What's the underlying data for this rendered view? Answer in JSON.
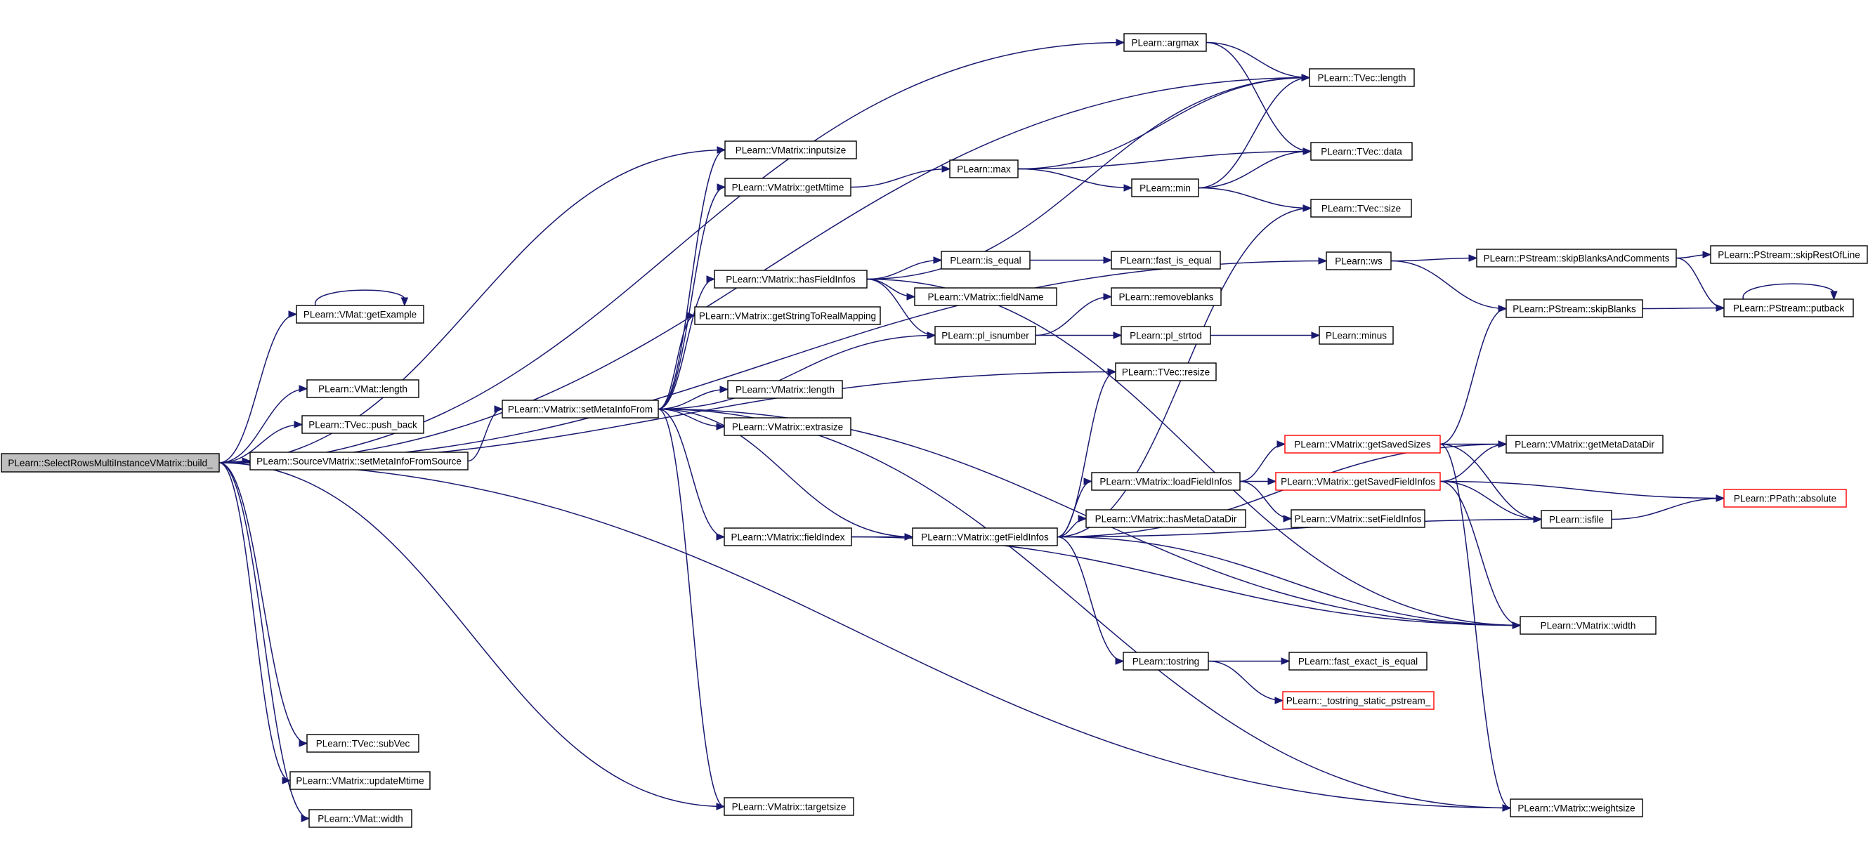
{
  "nodes": [
    {
      "id": "root",
      "label": "PLearn::SelectRowsMultiInstanceVMatrix::build_",
      "style": "root"
    },
    {
      "id": "vmat_getExample",
      "label": "PLearn::VMat::getExample"
    },
    {
      "id": "vmat_length",
      "label": "PLearn::VMat::length"
    },
    {
      "id": "tvec_push_back",
      "label": "PLearn::TVec::push_back"
    },
    {
      "id": "src_setMetaInfoFromSource",
      "label": "PLearn::SourceVMatrix::setMetaInfoFromSource"
    },
    {
      "id": "tvec_subVec",
      "label": "PLearn::TVec::subVec"
    },
    {
      "id": "vmx_updateMtime",
      "label": "PLearn::VMatrix::updateMtime"
    },
    {
      "id": "vmat_width",
      "label": "PLearn::VMat::width"
    },
    {
      "id": "vmx_setMetaInfoFrom",
      "label": "PLearn::VMatrix::setMetaInfoFrom"
    },
    {
      "id": "vmx_inputsize",
      "label": "PLearn::VMatrix::inputsize"
    },
    {
      "id": "vmx_getMtime",
      "label": "PLearn::VMatrix::getMtime"
    },
    {
      "id": "vmx_hasFieldInfos",
      "label": "PLearn::VMatrix::hasFieldInfos"
    },
    {
      "id": "vmx_getStringToRealMapping",
      "label": "PLearn::VMatrix::getStringToRealMapping"
    },
    {
      "id": "vmx_length",
      "label": "PLearn::VMatrix::length"
    },
    {
      "id": "vmx_extrasize",
      "label": "PLearn::VMatrix::extrasize"
    },
    {
      "id": "vmx_fieldIndex",
      "label": "PLearn::VMatrix::fieldIndex"
    },
    {
      "id": "vmx_targetsize",
      "label": "PLearn::VMatrix::targetsize"
    },
    {
      "id": "argmax",
      "label": "PLearn::argmax"
    },
    {
      "id": "max",
      "label": "PLearn::max"
    },
    {
      "id": "min",
      "label": "PLearn::min"
    },
    {
      "id": "is_equal",
      "label": "PLearn::is_equal"
    },
    {
      "id": "fast_is_equal",
      "label": "PLearn::fast_is_equal"
    },
    {
      "id": "vmx_fieldName",
      "label": "PLearn::VMatrix::fieldName"
    },
    {
      "id": "pl_isnumber",
      "label": "PLearn::pl_isnumber"
    },
    {
      "id": "removeblanks",
      "label": "PLearn::removeblanks"
    },
    {
      "id": "pl_strtod",
      "label": "PLearn::pl_strtod"
    },
    {
      "id": "minus",
      "label": "PLearn::minus"
    },
    {
      "id": "tvec_length",
      "label": "PLearn::TVec::length"
    },
    {
      "id": "tvec_data",
      "label": "PLearn::TVec::data"
    },
    {
      "id": "tvec_size",
      "label": "PLearn::TVec::size"
    },
    {
      "id": "ws",
      "label": "PLearn::ws"
    },
    {
      "id": "ps_skipBlanksAndComments",
      "label": "PLearn::PStream::skipBlanksAndComments"
    },
    {
      "id": "ps_skipRestOfLine",
      "label": "PLearn::PStream::skipRestOfLine"
    },
    {
      "id": "ps_skipBlanks",
      "label": "PLearn::PStream::skipBlanks"
    },
    {
      "id": "ps_putback",
      "label": "PLearn::PStream::putback"
    },
    {
      "id": "tvec_resize",
      "label": "PLearn::TVec::resize"
    },
    {
      "id": "vmx_getSavedSizes",
      "label": "PLearn::VMatrix::getSavedSizes",
      "style": "red"
    },
    {
      "id": "vmx_getMetaDataDir",
      "label": "PLearn::VMatrix::getMetaDataDir"
    },
    {
      "id": "vmx_loadFieldInfos",
      "label": "PLearn::VMatrix::loadFieldInfos"
    },
    {
      "id": "vmx_getSavedFieldInfos",
      "label": "PLearn::VMatrix::getSavedFieldInfos",
      "style": "red"
    },
    {
      "id": "ppath_absolute",
      "label": "PLearn::PPath::absolute",
      "style": "red"
    },
    {
      "id": "vmx_hasMetaDataDir",
      "label": "PLearn::VMatrix::hasMetaDataDir"
    },
    {
      "id": "vmx_setFieldInfos",
      "label": "PLearn::VMatrix::setFieldInfos"
    },
    {
      "id": "isfile",
      "label": "PLearn::isfile"
    },
    {
      "id": "vmx_getFieldInfos",
      "label": "PLearn::VMatrix::getFieldInfos"
    },
    {
      "id": "vmx_width",
      "label": "PLearn::VMatrix::width"
    },
    {
      "id": "tostring",
      "label": "PLearn::tostring"
    },
    {
      "id": "fast_exact_is_equal",
      "label": "PLearn::fast_exact_is_equal"
    },
    {
      "id": "tostring_static_pstream",
      "label": "PLearn::_tostring_static_pstream_",
      "style": "red"
    },
    {
      "id": "vmx_weightsize",
      "label": "PLearn::VMatrix::weightsize"
    }
  ],
  "edges": [
    [
      "root",
      "tvec_length"
    ],
    [
      "root",
      "argmax"
    ],
    [
      "root",
      "vmx_inputsize"
    ],
    [
      "root",
      "vmat_getExample"
    ],
    [
      "root",
      "ws"
    ],
    [
      "root",
      "vmat_length"
    ],
    [
      "root",
      "tvec_push_back"
    ],
    [
      "root",
      "src_setMetaInfoFromSource"
    ],
    [
      "root",
      "tvec_resize"
    ],
    [
      "root",
      "vmx_targetsize"
    ],
    [
      "root",
      "tvec_subVec"
    ],
    [
      "root",
      "vmx_updateMtime"
    ],
    [
      "root",
      "vmat_width"
    ],
    [
      "root",
      "vmx_weightsize"
    ],
    [
      "vmat_getExample",
      "vmat_getExample"
    ],
    [
      "src_setMetaInfoFromSource",
      "vmx_setMetaInfoFrom"
    ],
    [
      "vmx_setMetaInfoFrom",
      "vmx_inputsize"
    ],
    [
      "vmx_setMetaInfoFrom",
      "vmx_getMtime"
    ],
    [
      "vmx_setMetaInfoFrom",
      "vmx_hasFieldInfos"
    ],
    [
      "vmx_setMetaInfoFrom",
      "vmx_getStringToRealMapping"
    ],
    [
      "vmx_setMetaInfoFrom",
      "pl_isnumber"
    ],
    [
      "vmx_setMetaInfoFrom",
      "vmx_length"
    ],
    [
      "vmx_setMetaInfoFrom",
      "vmx_extrasize"
    ],
    [
      "vmx_setMetaInfoFrom",
      "vmx_fieldIndex"
    ],
    [
      "vmx_setMetaInfoFrom",
      "vmx_getFieldInfos"
    ],
    [
      "vmx_setMetaInfoFrom",
      "vmx_targetsize"
    ],
    [
      "vmx_setMetaInfoFrom",
      "vmx_width"
    ],
    [
      "vmx_setMetaInfoFrom",
      "vmx_weightsize"
    ],
    [
      "vmx_getMtime",
      "max"
    ],
    [
      "vmx_hasFieldInfos",
      "tvec_length"
    ],
    [
      "vmx_hasFieldInfos",
      "is_equal"
    ],
    [
      "vmx_hasFieldInfos",
      "vmx_fieldName"
    ],
    [
      "vmx_hasFieldInfos",
      "pl_isnumber"
    ],
    [
      "vmx_hasFieldInfos",
      "vmx_width"
    ],
    [
      "vmx_fieldIndex",
      "vmx_getFieldInfos"
    ],
    [
      "vmx_fieldIndex",
      "vmx_width"
    ],
    [
      "argmax",
      "tvec_length"
    ],
    [
      "argmax",
      "tvec_data"
    ],
    [
      "max",
      "tvec_length"
    ],
    [
      "max",
      "tvec_data"
    ],
    [
      "max",
      "min"
    ],
    [
      "min",
      "tvec_length"
    ],
    [
      "min",
      "tvec_data"
    ],
    [
      "min",
      "tvec_size"
    ],
    [
      "is_equal",
      "fast_is_equal"
    ],
    [
      "pl_isnumber",
      "removeblanks"
    ],
    [
      "pl_isnumber",
      "pl_strtod"
    ],
    [
      "pl_strtod",
      "minus"
    ],
    [
      "ws",
      "ps_skipBlanksAndComments"
    ],
    [
      "ws",
      "ps_skipBlanks"
    ],
    [
      "ps_skipBlanksAndComments",
      "ps_skipRestOfLine"
    ],
    [
      "ps_skipBlanksAndComments",
      "ps_putback"
    ],
    [
      "ps_skipBlanks",
      "ps_putback"
    ],
    [
      "ps_putback",
      "ps_putback"
    ],
    [
      "vmx_getFieldInfos",
      "tvec_resize"
    ],
    [
      "vmx_getFieldInfos",
      "tvec_size"
    ],
    [
      "vmx_getFieldInfos",
      "vmx_getMetaDataDir"
    ],
    [
      "vmx_getFieldInfos",
      "vmx_loadFieldInfos"
    ],
    [
      "vmx_getFieldInfos",
      "vmx_hasMetaDataDir"
    ],
    [
      "vmx_getFieldInfos",
      "isfile"
    ],
    [
      "vmx_getFieldInfos",
      "vmx_width"
    ],
    [
      "vmx_getFieldInfos",
      "tostring"
    ],
    [
      "vmx_loadFieldInfos",
      "vmx_getSavedSizes"
    ],
    [
      "vmx_loadFieldInfos",
      "vmx_getSavedFieldInfos"
    ],
    [
      "vmx_loadFieldInfos",
      "vmx_setFieldInfos"
    ],
    [
      "vmx_getSavedSizes",
      "ps_skipBlanks"
    ],
    [
      "vmx_getSavedSizes",
      "vmx_getMetaDataDir"
    ],
    [
      "vmx_getSavedSizes",
      "isfile"
    ],
    [
      "vmx_getSavedSizes",
      "vmx_weightsize"
    ],
    [
      "vmx_getSavedFieldInfos",
      "vmx_getMetaDataDir"
    ],
    [
      "vmx_getSavedFieldInfos",
      "ppath_absolute"
    ],
    [
      "vmx_getSavedFieldInfos",
      "isfile"
    ],
    [
      "vmx_getSavedFieldInfos",
      "vmx_width"
    ],
    [
      "isfile",
      "ppath_absolute"
    ],
    [
      "tostring",
      "fast_exact_is_equal"
    ],
    [
      "tostring",
      "tostring_static_pstream"
    ]
  ]
}
